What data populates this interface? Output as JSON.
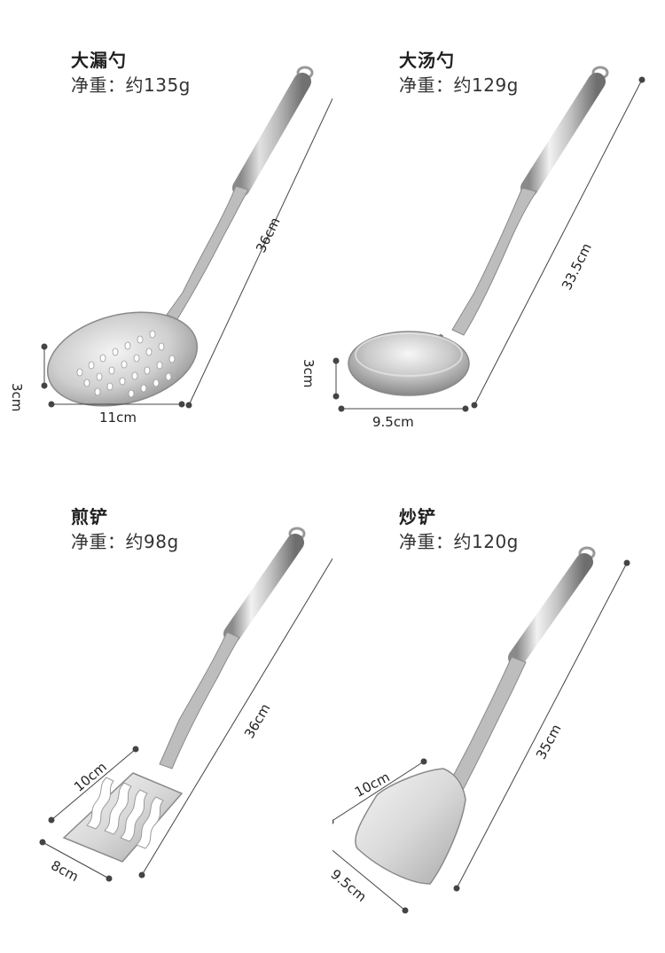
{
  "products": [
    {
      "name": "大漏勺",
      "weight": "净重：约135g",
      "dims": {
        "length": "36cm",
        "width": "11cm",
        "depth": "3cm"
      }
    },
    {
      "name": "大汤勺",
      "weight": "净重：约129g",
      "dims": {
        "length": "33.5cm",
        "width": "9.5cm",
        "depth": "3cm"
      }
    },
    {
      "name": "煎铲",
      "weight": "净重：约98g",
      "dims": {
        "length": "36cm",
        "width": "10cm",
        "depth": "8cm"
      }
    },
    {
      "name": "炒铲",
      "weight": "净重：约120g",
      "dims": {
        "length": "35cm",
        "width": "10cm",
        "depth": "9.5cm"
      }
    }
  ],
  "colors": {
    "steel_light": "#e9e9e9",
    "steel_mid": "#b8b8b8",
    "steel_dark": "#7a7a7a",
    "line": "#444444"
  }
}
